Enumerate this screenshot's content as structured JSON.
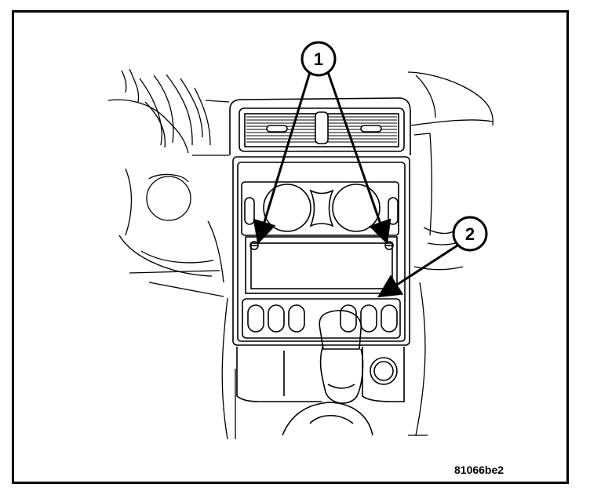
{
  "callouts": [
    {
      "id": "1",
      "label": "1"
    },
    {
      "id": "2",
      "label": "2"
    }
  ],
  "figure_code": "81066be2",
  "colors": {
    "ink": "#000000",
    "paper": "#ffffff"
  }
}
